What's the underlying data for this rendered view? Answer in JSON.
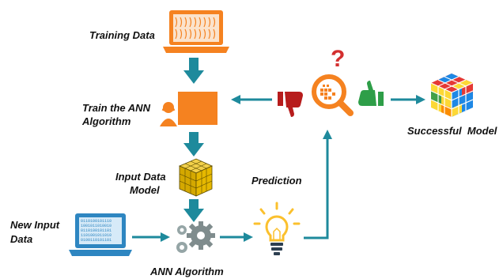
{
  "labels": {
    "training_data": "Training Data",
    "train_ann_line1": "Train the ANN",
    "train_ann_line2": "Algorithm",
    "input_data_model_line1": "Input Data",
    "input_data_model_line2": "Model",
    "new_input_line1": "New Input",
    "new_input_line2": "Data",
    "ann_algorithm": "ANN Algorithm",
    "prediction": "Prediction",
    "successful_model": "Successful  Model",
    "question_mark": "?"
  },
  "colors": {
    "orange": "#f58220",
    "teal": "#1e8a9c",
    "laptop_screen_blue": "#2e86c1",
    "gear_grey": "#7f8c8d",
    "cube_gold": "#e6b800",
    "thumb_down_red": "#b71c1c",
    "thumb_up_green": "#2e9e48",
    "bulb_yellow": "#fbc02d",
    "question_red": "#d32f2f"
  },
  "icons": [
    "laptop-icon",
    "presentation-board-icon",
    "data-cube-icon",
    "gears-icon",
    "lightbulb-icon",
    "magnifier-icon",
    "thumbs-down-icon",
    "thumbs-up-icon",
    "rubik-cube-icon"
  ]
}
